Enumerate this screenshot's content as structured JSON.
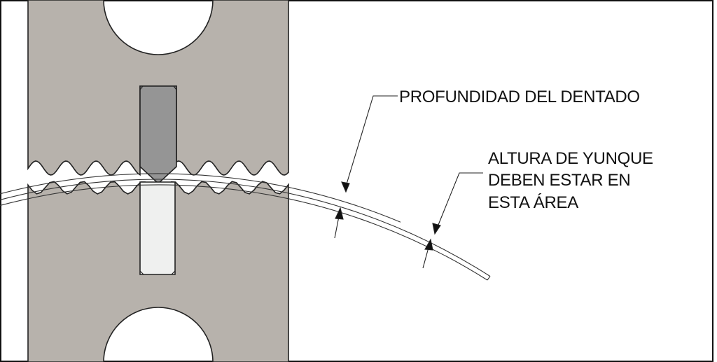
{
  "labels": {
    "depth": "PROFUNDIDAD DEL DENTADO",
    "anvil_line1": "ALTURA DE YUNQUE",
    "anvil_line2": "DEBEN ESTAR EN",
    "anvil_line3": "ESTA ÁREA"
  },
  "colors": {
    "die": "#b7b2ac",
    "punch": "#959595",
    "anvil": "#eff0ef",
    "outline": "#222222"
  }
}
